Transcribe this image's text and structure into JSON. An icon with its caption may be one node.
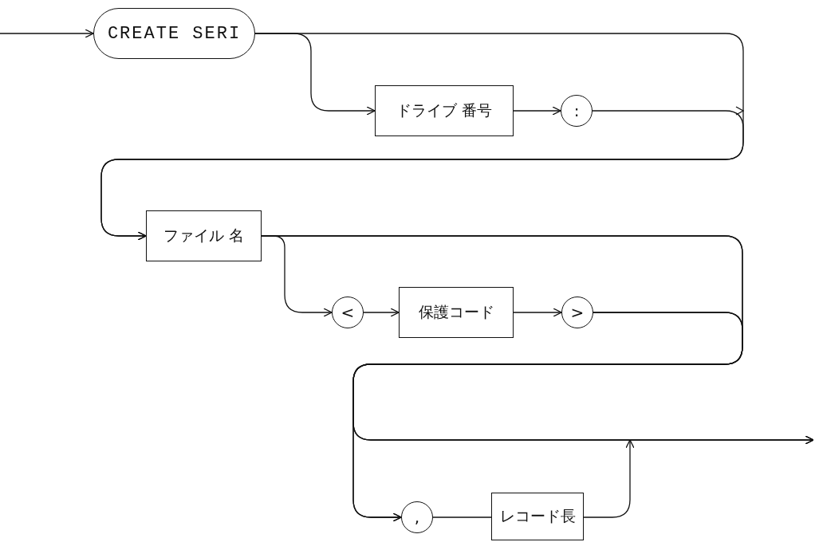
{
  "diagram": {
    "nodes": [
      {
        "text": [
          "CREATE SERI"
        ]
      },
      {
        "text": [
          "ドライブ 番号"
        ]
      },
      {
        "text": [
          ":"
        ]
      },
      {
        "text": [
          "ファイル 名"
        ]
      },
      {
        "text": [
          "<"
        ]
      },
      {
        "text": [
          "保護コード"
        ]
      },
      {
        "text": [
          ">"
        ]
      },
      {
        "text": [
          ","
        ]
      },
      {
        "text": [
          "レコード長"
        ]
      }
    ],
    "edges": [
      {
        "from": null,
        "to": 0,
        "arrow": "to"
      },
      {
        "from": 0,
        "to": 1,
        "arrow": "to"
      },
      {
        "from": 0,
        "to": 3,
        "arrow": "to"
      },
      {
        "from": 1,
        "to": 2,
        "arrow": "to"
      },
      {
        "from": 2,
        "to": 3,
        "arrow": "to"
      },
      {
        "from": 3,
        "to": 4,
        "arrow": "to"
      },
      {
        "from": 3,
        "to": null,
        "arrow": "to"
      },
      {
        "from": 3,
        "to": 7,
        "arrow": "to"
      },
      {
        "from": 4,
        "to": 5,
        "arrow": "to"
      },
      {
        "from": 5,
        "to": 6,
        "arrow": "to"
      },
      {
        "from": 6,
        "to": null,
        "arrow": "to"
      },
      {
        "from": 6,
        "to": 7,
        "arrow": "to"
      },
      {
        "from": 7,
        "to": 8,
        "arrow": "none"
      },
      {
        "from": 8,
        "to": null,
        "arrow": "to"
      }
    ]
  }
}
